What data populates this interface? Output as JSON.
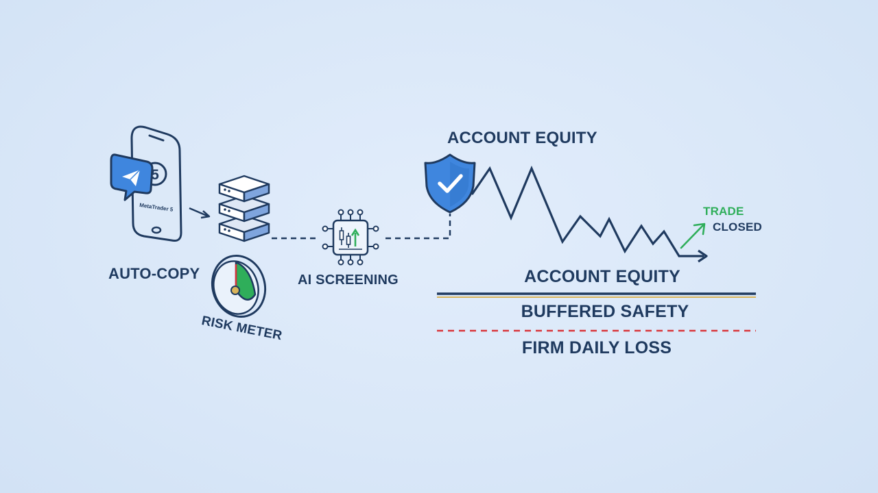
{
  "equity_title": "ACCOUNT EQUITY",
  "labels": {
    "auto_copy": "AUTO-COPY",
    "ai_screening": "AI SCREENING",
    "risk_meter": "RISK METER",
    "trade": "TRADE",
    "closed": "CLOSED"
  },
  "phone": {
    "app_text": "MetaTrader 5",
    "badge_number": "5"
  },
  "levels": {
    "account_equity": "ACCOUNT EQUITY",
    "buffered_safety": "BUFFERED SAFETY",
    "firm_daily_loss": "FIRM DAILY LOSS"
  },
  "colors": {
    "navy": "#1f3a5f",
    "accent_blue": "#3f86de",
    "green": "#2fae5a",
    "gold": "#d9b45a",
    "red": "#d9353a"
  },
  "icons": [
    "smartphone-icon",
    "telegram-icon",
    "server-stack-icon",
    "ai-chip-icon",
    "risk-gauge-icon",
    "shield-check-icon",
    "arrow-up-right-icon"
  ]
}
